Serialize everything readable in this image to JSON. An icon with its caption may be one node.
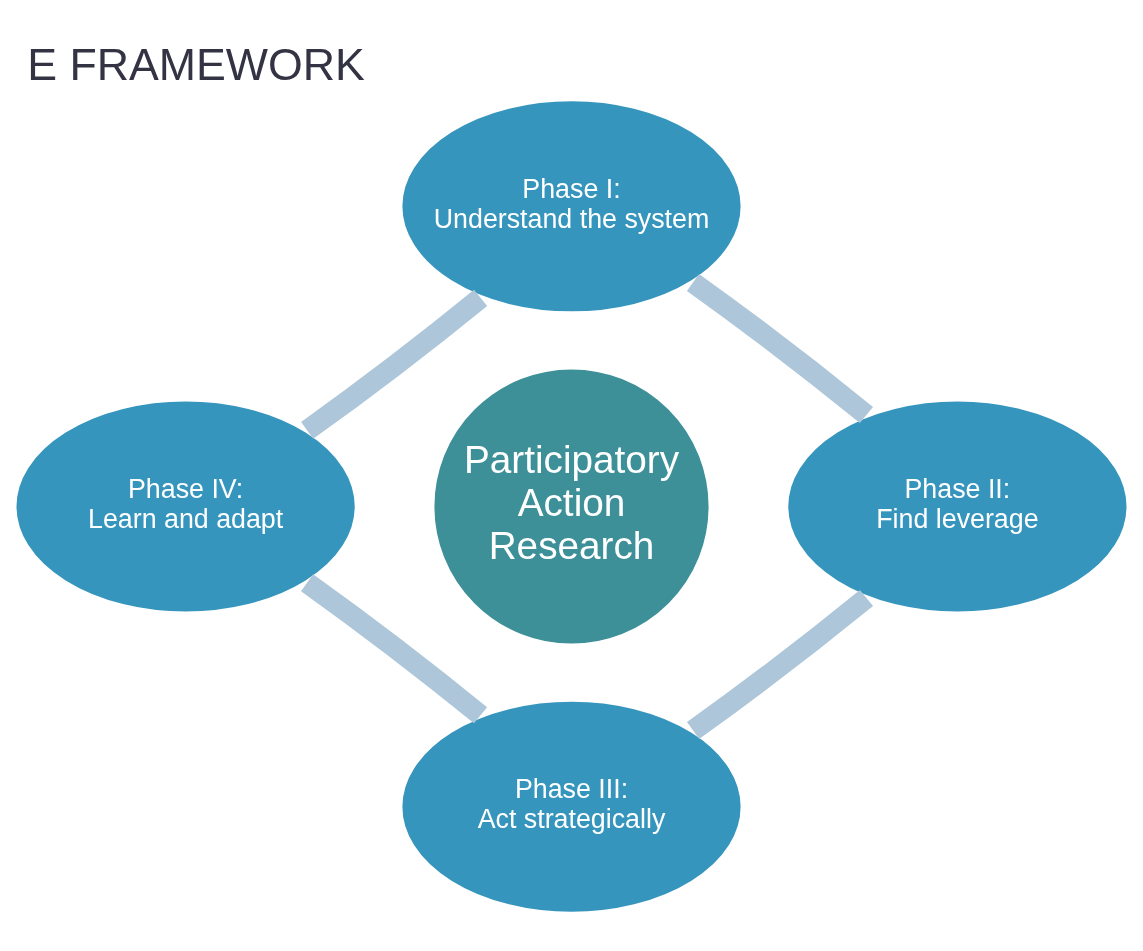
{
  "diagram": {
    "title": "E FRAMEWORK",
    "nodes": [
      {
        "text": [
          "Phase I:",
          "Understand the system"
        ]
      },
      {
        "text": [
          "Phase IV:",
          "Learn and adapt"
        ]
      },
      {
        "text": [
          "Participatory Action Research"
        ]
      },
      {
        "text": [
          "Phase II:",
          "Find leverage"
        ]
      },
      {
        "text": [
          "Phase III:",
          "Act strategically"
        ]
      }
    ],
    "edges": [
      {
        "from": 0,
        "to": 3,
        "arrow": "none"
      },
      {
        "from": 3,
        "to": 4,
        "arrow": "none"
      },
      {
        "from": 4,
        "to": 1,
        "arrow": "none"
      },
      {
        "from": 1,
        "to": 0,
        "arrow": "none"
      }
    ]
  }
}
